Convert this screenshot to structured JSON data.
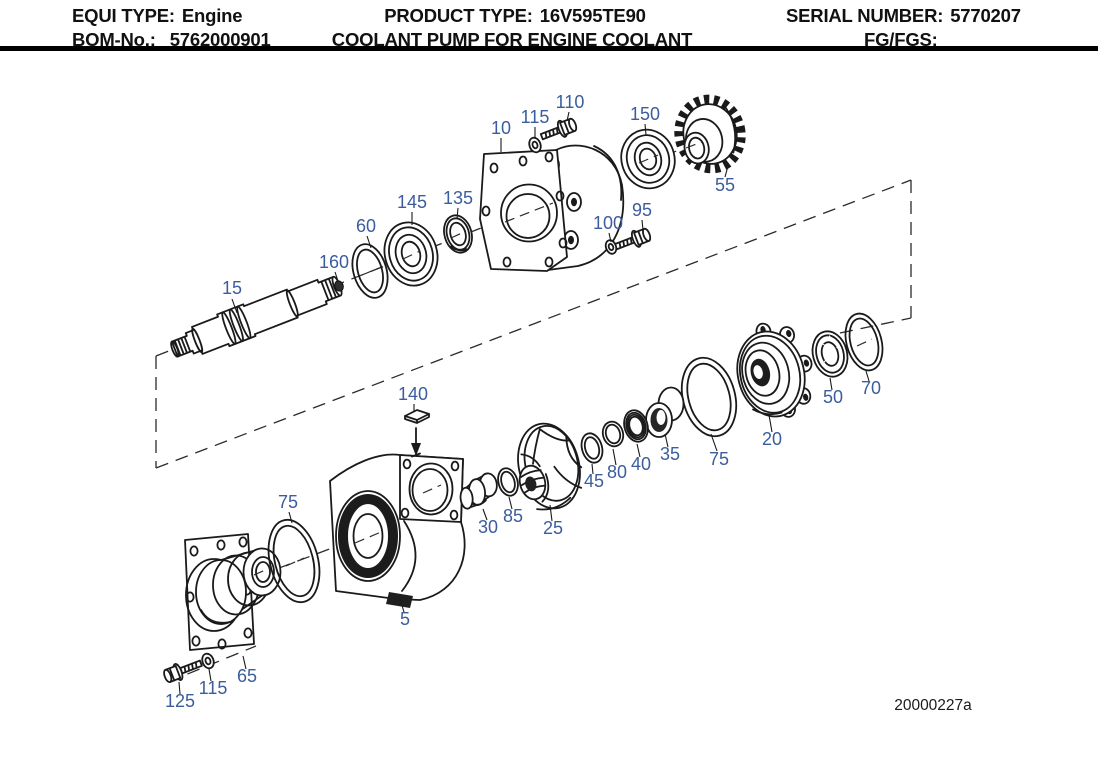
{
  "header": {
    "equi": {
      "label": "EQUI TYPE:",
      "value": "Engine"
    },
    "product": {
      "label": "PRODUCT TYPE:",
      "value": "16V595TE90"
    },
    "serial": {
      "label": "SERIAL NUMBER:",
      "value": "5770207"
    },
    "bom": {
      "label": "BOM-No.:",
      "value": "5762000901"
    },
    "title": "COOLANT PUMP FOR ENGINE COOLANT",
    "fg": {
      "label": "FG/FGS:",
      "value": ""
    }
  },
  "diagram": {
    "drawing_number": "20000227a",
    "colors": {
      "callout": "#3b5d9d",
      "line": "#1a1a1a",
      "background": "#ffffff"
    },
    "callouts": [
      "10",
      "115",
      "110",
      "150",
      "55",
      "145",
      "135",
      "95",
      "100",
      "60",
      "160",
      "15",
      "140",
      "70",
      "50",
      "20",
      "75",
      "35",
      "40",
      "80",
      "45",
      "25",
      "85",
      "30",
      "5",
      "75",
      "65",
      "115",
      "125"
    ]
  }
}
